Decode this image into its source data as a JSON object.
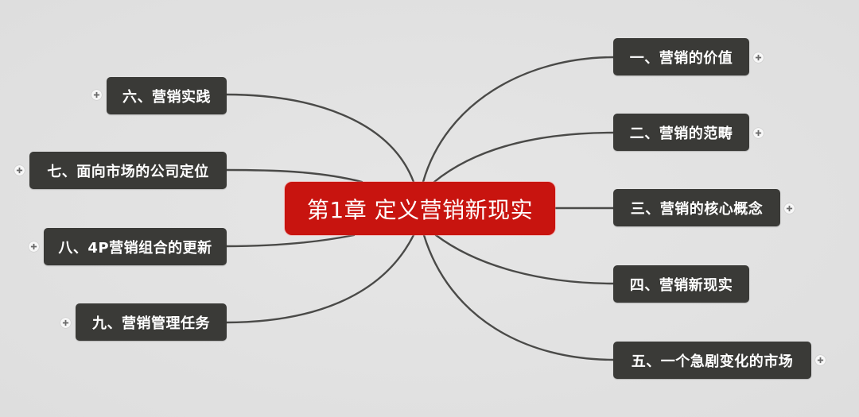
{
  "mindmap": {
    "root": {
      "label": "第1章 定义营销新现实",
      "color": "#c8140f"
    },
    "topic_color": "#3a3a37",
    "connector_color": "#4a4a48",
    "background_color": "#e1e1e1",
    "right_topics": [
      {
        "label": "一、营销的价值",
        "collapsed": true
      },
      {
        "label": "二、营销的范畴",
        "collapsed": true
      },
      {
        "label": "三、营销的核心概念",
        "collapsed": true
      },
      {
        "label": "四、营销新现实",
        "collapsed": false
      },
      {
        "label": "五、一个急剧变化的市场",
        "collapsed": true
      }
    ],
    "left_topics": [
      {
        "label": "六、营销实践",
        "collapsed": true
      },
      {
        "label": "七、面向市场的公司定位",
        "collapsed": true
      },
      {
        "label": "八、4P营销组合的更新",
        "collapsed": true
      },
      {
        "label": "九、营销管理任务",
        "collapsed": true
      }
    ],
    "expand_icon": "plus-icon"
  }
}
